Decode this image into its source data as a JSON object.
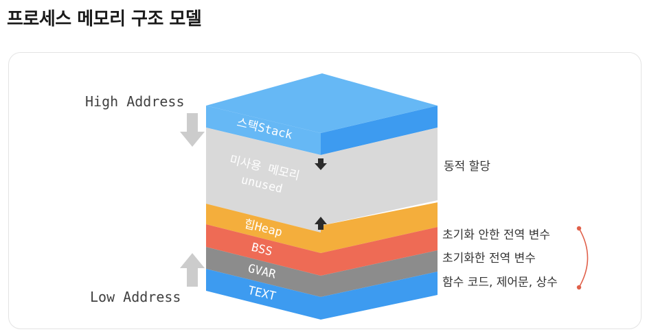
{
  "title": "프로세스 메모리 구조 모델",
  "address_labels": {
    "high": "High Address",
    "low": "Low Address"
  },
  "segments": {
    "stack": {
      "label": "스택Stack",
      "color": "#66b8f5"
    },
    "unused": {
      "label_line1": "미사용  메모리",
      "label_line2": "unused",
      "color": "#d9d9d9"
    },
    "heap": {
      "label": "힙Heap",
      "color": "#f4ae3c"
    },
    "bss": {
      "label": "BSS",
      "color": "#ee6b55"
    },
    "gvar": {
      "label": "GVAR",
      "color": "#8c8c8c"
    },
    "text": {
      "label": "TEXT",
      "color": "#3d9bf0"
    }
  },
  "annotations": {
    "dynamic_allocation": "동적 할당",
    "uninitialized_globals": "초기화 안한 전역 변수",
    "initialized_globals": "초기화한 전역 변수",
    "code_constants": "함수 코드, 제어문, 상수"
  },
  "colors": {
    "arrow_gray": "#cccccc",
    "arrow_dark": "#2b2b2b",
    "bracket": "#e0604a"
  }
}
